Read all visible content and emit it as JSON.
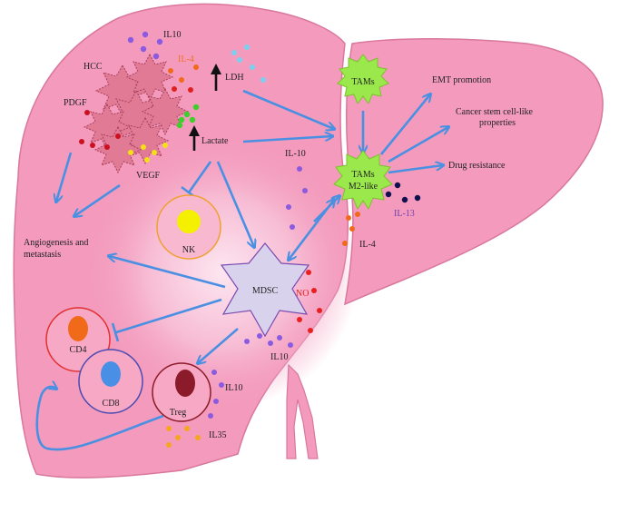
{
  "labels": {
    "hcc": "HCC",
    "il10_top": "IL10",
    "il4_top": "IL-4",
    "ldh": "LDH",
    "pdgf": "PDGF",
    "lactate": "Lactate",
    "vegf": "VEGF",
    "tams": "TAMs",
    "tams_m2_line1": "TAMs",
    "tams_m2_line2": "M2-like",
    "emt": "EMT promotion",
    "csc_line1": "Cancer stem cell-like",
    "csc_line2": "properties",
    "drug": "Drug resistance",
    "il10_mid": "IL-10",
    "il13": "IL-13",
    "il4_mid": "IL-4",
    "angio_line1": "Angiogenesis and",
    "angio_line2": "metastasis",
    "nk": "NK",
    "mdsc": "MDSC",
    "no": "NO",
    "cd4": "CD4",
    "cd8": "CD8",
    "il10_low": "IL10",
    "treg": "Treg",
    "il10_treg": "IL10",
    "il35": "IL35"
  },
  "colors": {
    "liver": "#f49bbd",
    "liver_right": "#f49bbd",
    "liver_edge": "#d9779d",
    "tumor": "#e07a95",
    "tams": "#9be84c",
    "mdsc": "#d8d2ec",
    "nk": "#f5f000",
    "cd4": "#f06a1a",
    "cd8": "#4a8fe6",
    "treg": "#8b1a2a",
    "arrow": "#4a90e2",
    "il4_text": "#f07020",
    "no_text": "#e82020",
    "il13_text": "#6a3fb0"
  }
}
